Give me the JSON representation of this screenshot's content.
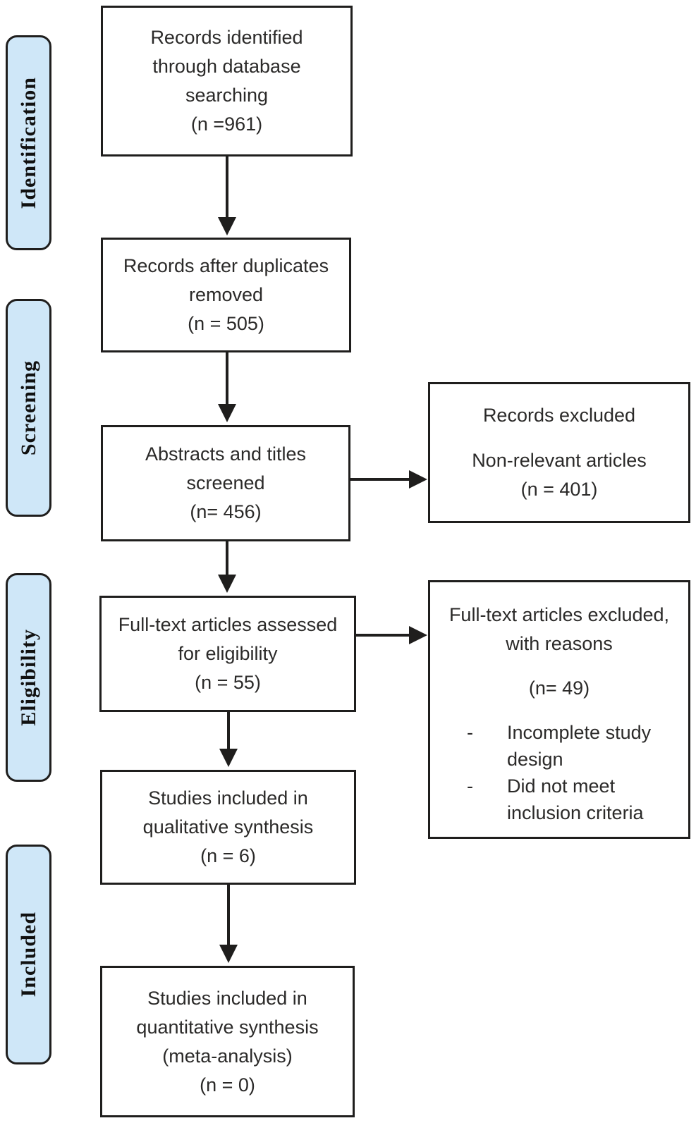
{
  "diagram": {
    "type": "prisma-flowchart",
    "stages": [
      {
        "label": "Identification"
      },
      {
        "label": "Screening"
      },
      {
        "label": "Eligibility"
      },
      {
        "label": "Included"
      }
    ],
    "flow_boxes": [
      {
        "name": "records-identified",
        "text": "Records identified\nthrough database\nsearching\n(n =961)"
      },
      {
        "name": "duplicates-removed",
        "text": "Records after duplicates\nremoved\n(n = 505)"
      },
      {
        "name": "abstracts-screened",
        "text": "Abstracts and titles\nscreened\n(n= 456)"
      },
      {
        "name": "fulltext-assessed",
        "text": "Full-text articles assessed\nfor eligibility\n(n = 55)"
      },
      {
        "name": "qualitative-synthesis",
        "text": "Studies included in\nqualitative synthesis\n(n = 6)"
      },
      {
        "name": "quantitative-synthesis",
        "text": "Studies included in\nquantitative synthesis\n(meta-analysis)\n(n = 0)"
      }
    ],
    "exclusion_boxes": [
      {
        "name": "records-excluded",
        "heading": "Records excluded",
        "body": "Non-relevant articles\n(n = 401)"
      },
      {
        "name": "fulltext-excluded",
        "heading": "Full-text articles excluded,\nwith reasons",
        "count": "(n= 49)",
        "reasons": [
          {
            "bullet": "-",
            "text": "Incomplete study\ndesign"
          },
          {
            "bullet": "-",
            "text": "Did not meet\ninclusion criteria"
          }
        ]
      }
    ],
    "counts": {
      "identified": 961,
      "after_duplicates": 505,
      "screened": 456,
      "excluded_screening": 401,
      "fulltext_assessed": 55,
      "fulltext_excluded": 49,
      "qualitative": 6,
      "quantitative": 0
    },
    "colors": {
      "stage_fill": "#cfe7f8",
      "line": "#1f1e1d",
      "text": "#2b2a29",
      "background": "#ffffff"
    }
  }
}
